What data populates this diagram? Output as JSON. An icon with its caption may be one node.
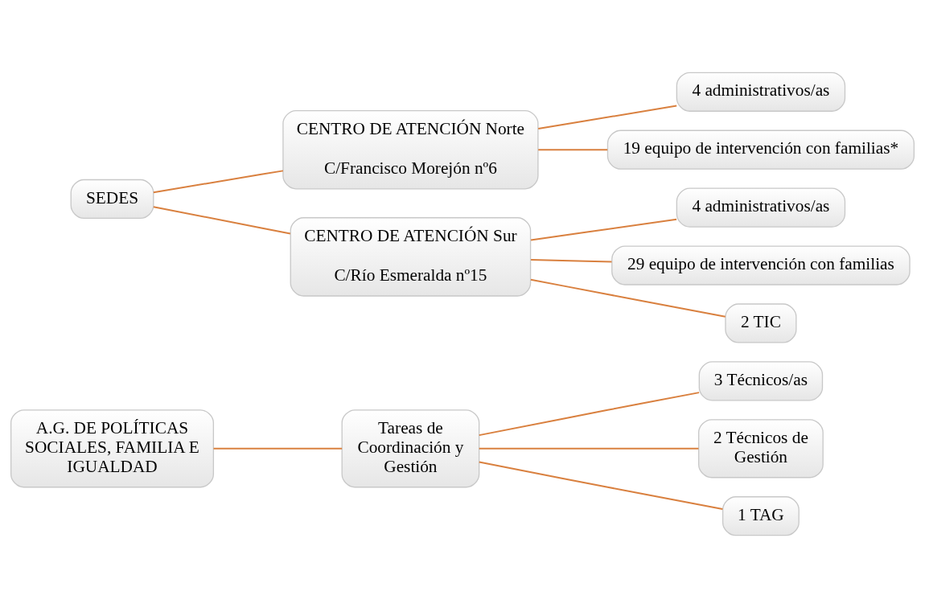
{
  "diagram": {
    "nodes": [
      {
        "text": [
          "A.G. DE POLÍTICAS SOCIALES, FAMILIA E IGUALDAD"
        ]
      },
      {
        "text": [
          "Tareas de Coordinación y Gestión"
        ]
      },
      {
        "text": [
          "3 Técnicos/as"
        ]
      },
      {
        "text": [
          "2 Técnicos de Gestión"
        ]
      },
      {
        "text": [
          "1 TAG"
        ]
      },
      {
        "text": [
          "SEDES"
        ]
      },
      {
        "text": [
          "CENTRO DE ATENCIÓN Norte",
          "C/Francisco Morejón nº6"
        ]
      },
      {
        "text": [
          "4 administrativos/as"
        ]
      },
      {
        "text": [
          "19 equipo de intervención con familias*"
        ]
      },
      {
        "text": [
          "CENTRO DE ATENCIÓN Sur",
          "C/Río Esmeralda nº15"
        ]
      },
      {
        "text": [
          "4 administrativos/as"
        ]
      },
      {
        "text": [
          "29 equipo de intervención con familias"
        ]
      },
      {
        "text": [
          "2 TIC"
        ]
      }
    ],
    "edges": [
      {
        "from": 0,
        "to": 1,
        "arrow": "none"
      },
      {
        "from": 1,
        "to": 2,
        "arrow": "none"
      },
      {
        "from": 1,
        "to": 3,
        "arrow": "none"
      },
      {
        "from": 1,
        "to": 4,
        "arrow": "none"
      },
      {
        "from": 5,
        "to": 6,
        "arrow": "none"
      },
      {
        "from": 5,
        "to": 9,
        "arrow": "none"
      },
      {
        "from": 6,
        "to": 7,
        "arrow": "none"
      },
      {
        "from": 6,
        "to": 8,
        "arrow": "none"
      },
      {
        "from": 9,
        "to": 10,
        "arrow": "none"
      },
      {
        "from": 9,
        "to": 11,
        "arrow": "none"
      },
      {
        "from": 9,
        "to": 12,
        "arrow": "none"
      }
    ]
  }
}
